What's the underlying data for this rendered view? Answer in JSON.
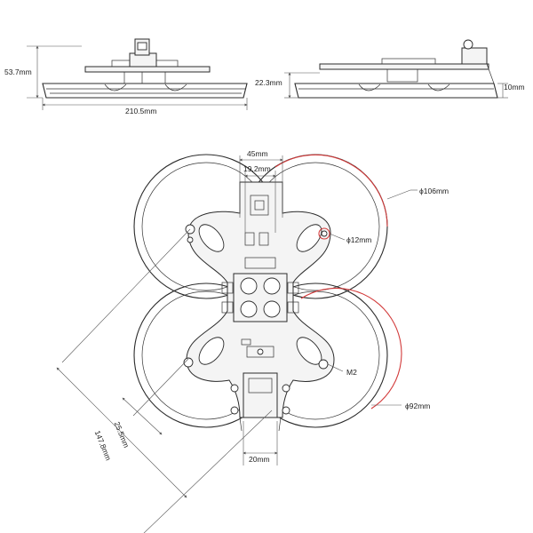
{
  "colors": {
    "line": "#2b2b2b",
    "dimension": "#555555",
    "highlight": "#d23a3a",
    "background": "#ffffff"
  },
  "side_view": {
    "height_label": "53.7mm",
    "width_label": "210.5mm"
  },
  "back_view": {
    "height_label": "22.3mm",
    "thickness_label": "10mm"
  },
  "top_view": {
    "body_width_label": "45mm",
    "stack_width_label": "19.2mm",
    "duct_outer_label": "ϕ106mm",
    "mount_hole_label": "ϕ12mm",
    "screw_label": "M2",
    "duct_inner_label": "ϕ92mm",
    "camera_width_label": "20mm",
    "diagonal_inner_label": "25.5mm",
    "diagonal_outer_label": "147.8mm"
  }
}
